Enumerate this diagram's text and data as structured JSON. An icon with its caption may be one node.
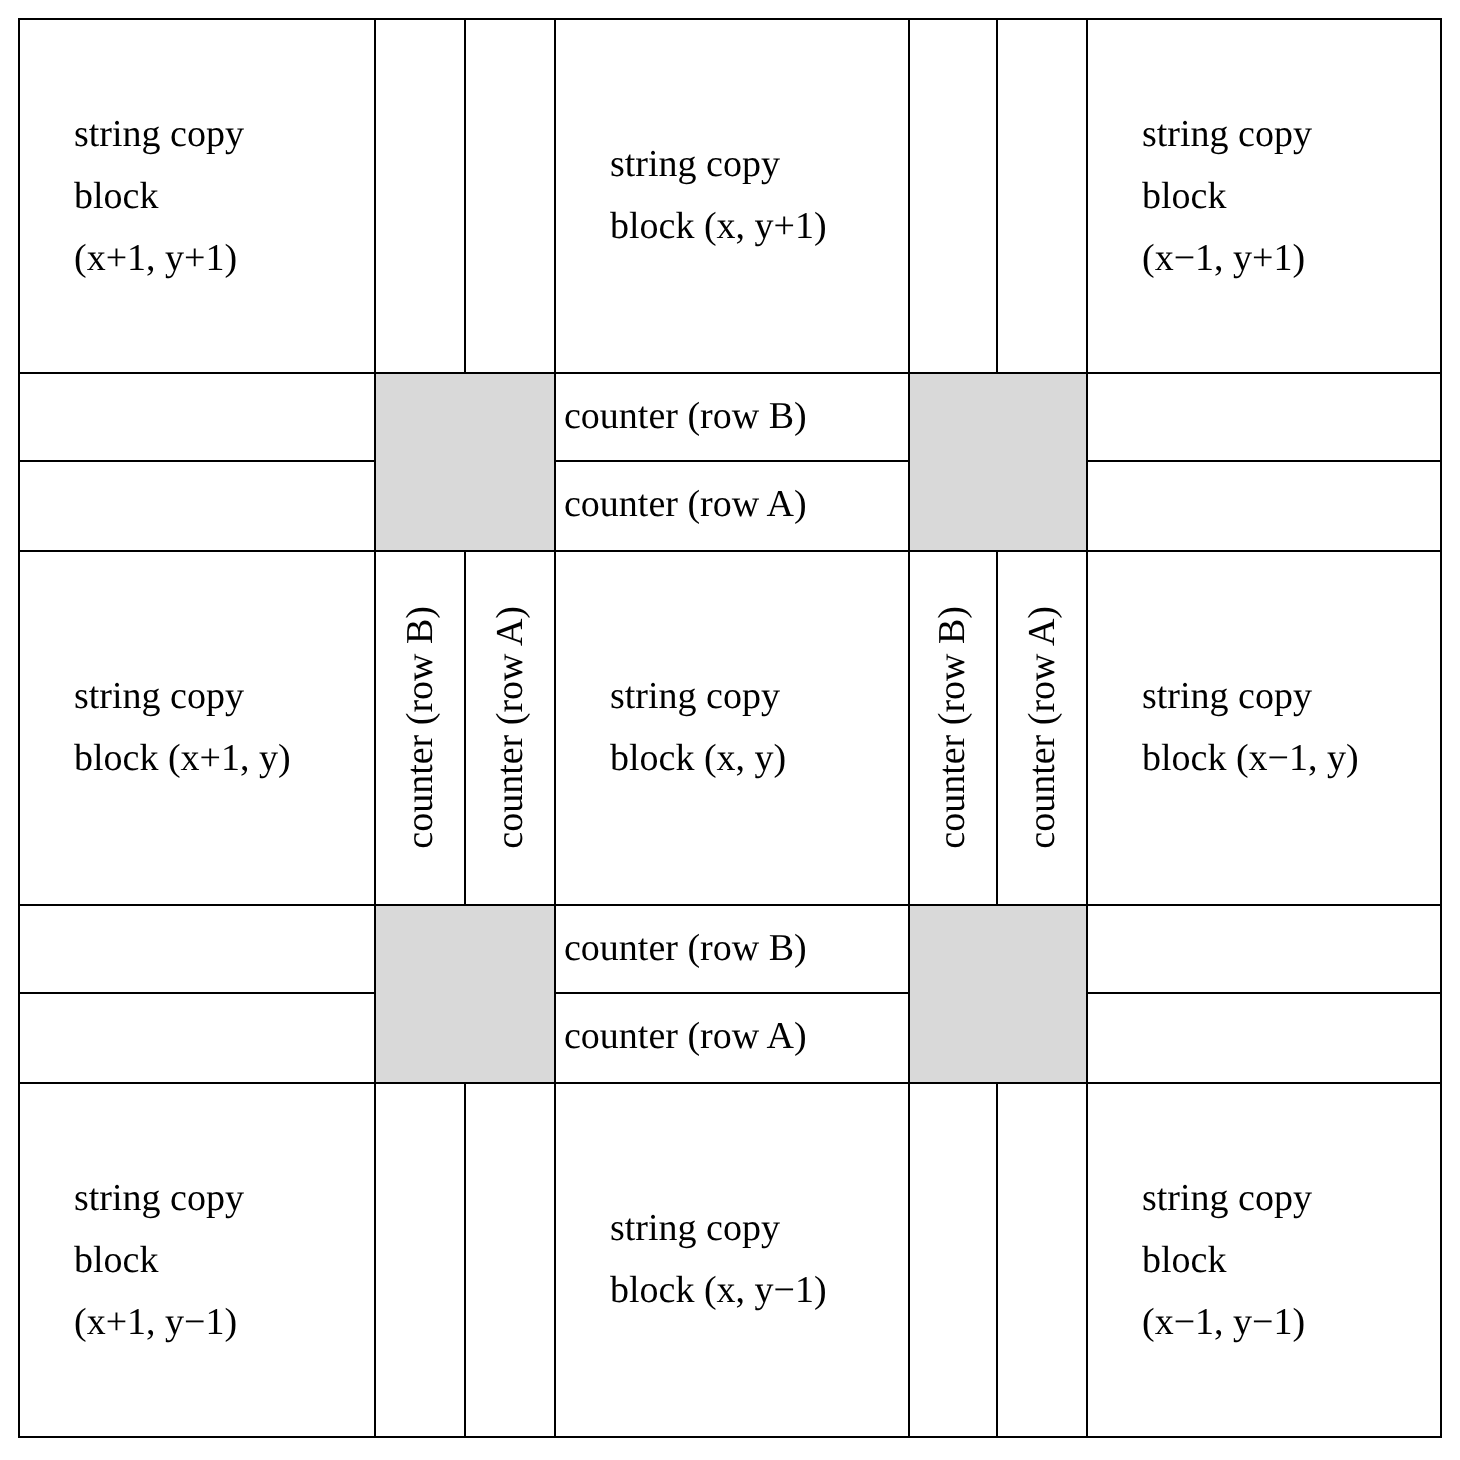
{
  "diagram": {
    "nodes": [
      {
        "text": [
          "string copy block (x+1, y+1)"
        ]
      },
      {
        "text": [],
        "shape": "box"
      },
      {
        "text": [],
        "shape": "box"
      },
      {
        "text": [
          "string copy block (x, y+1)"
        ]
      },
      {
        "text": [],
        "shape": "box"
      },
      {
        "text": [],
        "shape": "box"
      },
      {
        "text": [
          "string copy block (x−1, y+1)"
        ]
      },
      {
        "text": [],
        "shape": "box"
      },
      {
        "text": [],
        "shape": "box"
      },
      {
        "text": [
          "counter (row B)"
        ]
      },
      {
        "text": [],
        "shape": "box"
      },
      {
        "text": [],
        "shape": "box"
      },
      {
        "text": [],
        "shape": "box"
      },
      {
        "text": [
          "counter (row A)"
        ]
      },
      {
        "text": [],
        "shape": "box"
      },
      {
        "text": [
          "string copy block (x+1, y)"
        ]
      },
      {
        "text": [
          "counter (row B)"
        ]
      },
      {
        "text": [
          "counter (row A)"
        ]
      },
      {
        "text": [
          "string copy block (x, y)"
        ]
      },
      {
        "text": [
          "counter (row B)"
        ]
      },
      {
        "text": [
          "counter (row A)"
        ]
      },
      {
        "text": [
          "string copy block (x−1, y)"
        ]
      },
      {
        "text": [],
        "shape": "box"
      },
      {
        "text": [],
        "shape": "box"
      },
      {
        "text": [
          "counter (row B)"
        ]
      },
      {
        "text": [],
        "shape": "box"
      },
      {
        "text": [],
        "shape": "box"
      },
      {
        "text": [],
        "shape": "box"
      },
      {
        "text": [
          "counter (row A)"
        ]
      },
      {
        "text": [],
        "shape": "box"
      },
      {
        "text": [
          "string copy block (x+1, y−1)"
        ]
      },
      {
        "text": [],
        "shape": "box"
      },
      {
        "text": [],
        "shape": "box"
      },
      {
        "text": [
          "string copy block (x, y−1)"
        ]
      },
      {
        "text": [],
        "shape": "box"
      },
      {
        "text": [],
        "shape": "box"
      },
      {
        "text": [
          "string copy block (x−1, y−1)"
        ]
      }
    ]
  }
}
